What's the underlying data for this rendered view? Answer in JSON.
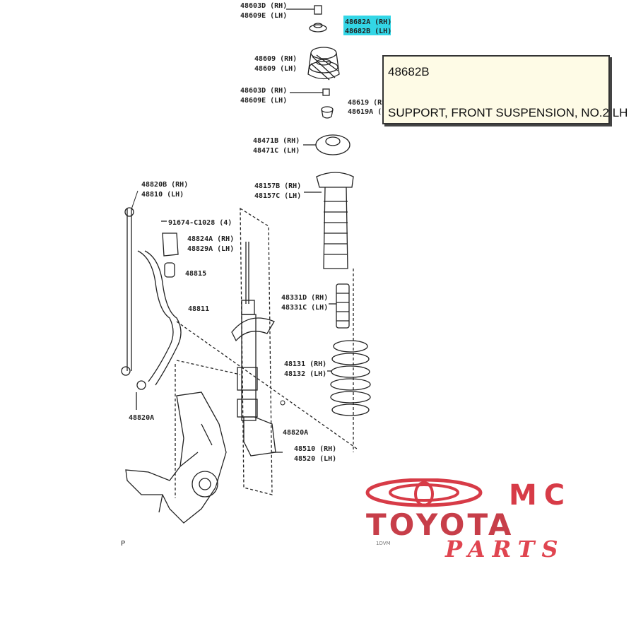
{
  "callouts": [
    {
      "id": "c1",
      "lines": [
        "48603D (RH)",
        "48609E (LH)"
      ]
    },
    {
      "id": "c2",
      "lines": [
        "48682A (RH)",
        "48682B (LH)"
      ],
      "highlight": true
    },
    {
      "id": "c3",
      "lines": [
        "48609 (RH)",
        "48609 (LH)"
      ]
    },
    {
      "id": "c4",
      "lines": [
        "48603D (RH)",
        "48609E (LH)"
      ]
    },
    {
      "id": "c5",
      "lines": [
        "48619 (RH)",
        "48619A (LH)"
      ]
    },
    {
      "id": "c6",
      "lines": [
        "48471B (RH)",
        "48471C (LH)"
      ]
    },
    {
      "id": "c7",
      "lines": [
        "48157B (RH)",
        "48157C (LH)"
      ]
    },
    {
      "id": "c8",
      "lines": [
        "48820B (RH)",
        "48810 (LH)"
      ]
    },
    {
      "id": "c9",
      "lines": [
        "91674-C1028 (4)"
      ]
    },
    {
      "id": "c10",
      "lines": [
        "48824A (RH)",
        "48829A (LH)"
      ]
    },
    {
      "id": "c11",
      "lines": [
        "48815"
      ]
    },
    {
      "id": "c12",
      "lines": [
        "48811"
      ]
    },
    {
      "id": "c13",
      "lines": [
        "48331D (RH)",
        "48331C (LH)"
      ]
    },
    {
      "id": "c14",
      "lines": [
        "48131 (RH)",
        "48132 (LH)"
      ]
    },
    {
      "id": "c15",
      "lines": [
        "48820A"
      ]
    },
    {
      "id": "c16",
      "lines": [
        "48820A"
      ]
    },
    {
      "id": "c17",
      "lines": [
        "48510 (RH)",
        "48520 (LH)"
      ]
    }
  ],
  "tooltip": {
    "part_number": "48682B",
    "part_name": "SUPPORT, FRONT SUSPENSION, NO.2 LH"
  },
  "logo": {
    "mc": "MC",
    "toyota": "TOYOTA",
    "parts": "PARTS",
    "brand_color": "#d73b47"
  },
  "corner_letter": "P",
  "small_code": "1DVM",
  "colors": {
    "highlight": "#33d6e6",
    "line": "#222222"
  }
}
